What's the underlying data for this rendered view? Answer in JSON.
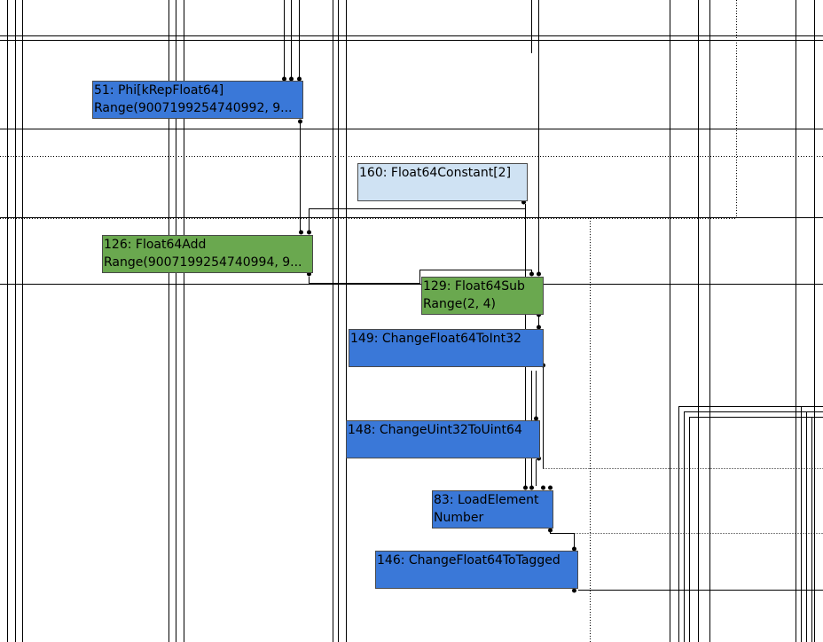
{
  "colors": {
    "blue": "#3a78d8",
    "green": "#6aa84f",
    "light": "#cfe2f3",
    "edge": "#000000"
  },
  "nodes": {
    "n51": {
      "line1": "51: Phi[kRepFloat64]",
      "line2": "Range(9007199254740992, 9..."
    },
    "n160": {
      "line1": "160: Float64Constant[2]"
    },
    "n126": {
      "line1": "126: Float64Add",
      "line2": "Range(9007199254740994, 9..."
    },
    "n129": {
      "line1": "129: Float64Sub",
      "line2": "Range(2, 4)"
    },
    "n149": {
      "line1": "149: ChangeFloat64ToInt32"
    },
    "n148": {
      "line1": "148: ChangeUint32ToUint64"
    },
    "n83": {
      "line1": "83: LoadElement",
      "line2": "Number"
    },
    "n146": {
      "line1": "146: ChangeFloat64ToTagged"
    }
  }
}
